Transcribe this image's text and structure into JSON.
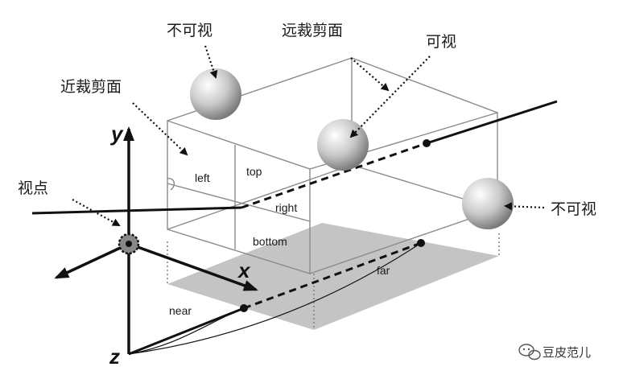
{
  "labels": {
    "invisible_top": "不可视",
    "far_clip": "远裁剪面",
    "visible": "可视",
    "near_clip": "近裁剪面",
    "viewpoint": "视点",
    "invisible_right": "不可视",
    "left": "left",
    "top": "top",
    "right": "right",
    "bottom": "bottom",
    "near": "near",
    "far": "far"
  },
  "axes": {
    "x": "x",
    "y": "y",
    "z": "z"
  },
  "watermark": {
    "text": "豆皮范儿",
    "icon": "wechat-icon"
  },
  "colors": {
    "line": "#1a1a1a",
    "box": "#8a8a8a",
    "shadow": "#bdbdbd",
    "sphere": "#c8c8c8"
  }
}
